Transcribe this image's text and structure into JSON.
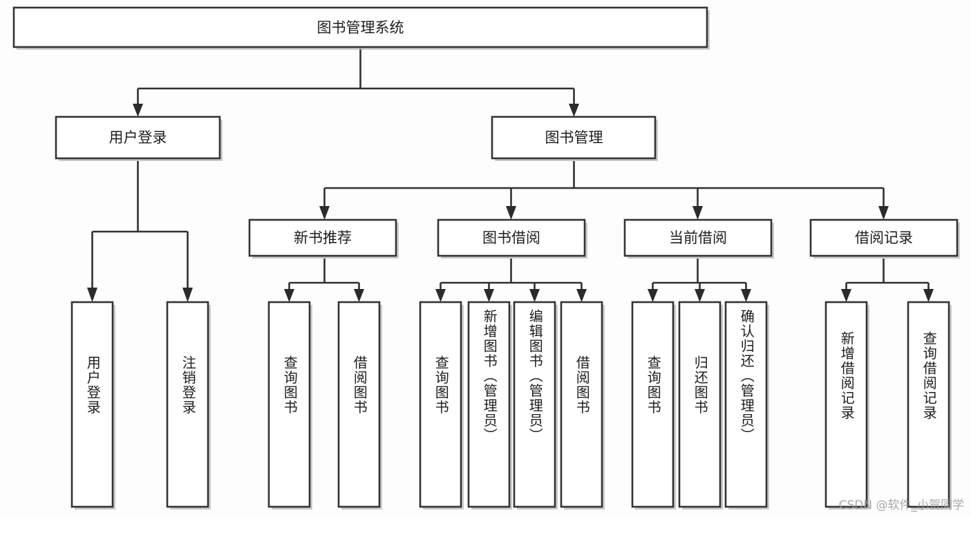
{
  "diagram": {
    "type": "tree-hierarchy-chart",
    "title_node": {
      "id": "root",
      "label": "图书管理系统"
    },
    "level1": [
      {
        "id": "user-login",
        "label": "用户登录"
      },
      {
        "id": "book-manage",
        "label": "图书管理"
      }
    ],
    "level2": [
      {
        "id": "new-book-recommend",
        "label": "新书推荐",
        "parent": "book-manage"
      },
      {
        "id": "book-borrow",
        "label": "图书借阅",
        "parent": "book-manage"
      },
      {
        "id": "current-borrow",
        "label": "当前借阅",
        "parent": "book-manage"
      },
      {
        "id": "borrow-record",
        "label": "借阅记录",
        "parent": "book-manage"
      }
    ],
    "leaves": [
      {
        "id": "leaf-user-login",
        "label": "用户登录",
        "parent": "user-login"
      },
      {
        "id": "leaf-logout-login",
        "label": "注销登录",
        "parent": "user-login"
      },
      {
        "id": "leaf-query-book-1",
        "label": "查询图书",
        "parent": "new-book-recommend"
      },
      {
        "id": "leaf-borrow-book-1",
        "label": "借阅图书",
        "parent": "new-book-recommend"
      },
      {
        "id": "leaf-query-book-2",
        "label": "查询图书",
        "parent": "book-borrow"
      },
      {
        "id": "leaf-add-book",
        "label": "新增图书（管理员）",
        "parent": "book-borrow"
      },
      {
        "id": "leaf-edit-book",
        "label": "编辑图书（管理员）",
        "parent": "book-borrow"
      },
      {
        "id": "leaf-borrow-book-2",
        "label": "借阅图书",
        "parent": "book-borrow"
      },
      {
        "id": "leaf-query-book-3",
        "label": "查询图书",
        "parent": "current-borrow"
      },
      {
        "id": "leaf-return-book",
        "label": "归还图书",
        "parent": "current-borrow"
      },
      {
        "id": "leaf-confirm-return",
        "label": "确认归还（管理员）",
        "parent": "current-borrow"
      },
      {
        "id": "leaf-add-record",
        "label": "新增借阅记录",
        "parent": "borrow-record"
      },
      {
        "id": "leaf-query-record",
        "label": "查询借阅记录",
        "parent": "borrow-record"
      }
    ],
    "watermark": "CSDN @软件_小贺同学",
    "colors": {
      "box_stroke": "#333333",
      "box_fill": "#ffffff",
      "connector": "#303030",
      "text": "#1d1d1d",
      "watermark": "#9a9a9a",
      "background": "#fdfdfd"
    }
  }
}
